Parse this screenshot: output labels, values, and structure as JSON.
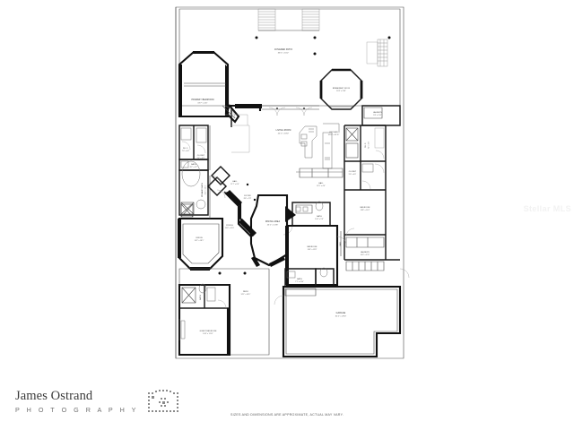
{
  "document": {
    "type": "real-estate-floor-plan",
    "background_color": "#ffffff",
    "line_color": "#111111"
  },
  "watermark": {
    "text": "Stellar MLS"
  },
  "logo": {
    "name": "James Ostrand",
    "subtitle": "P H O T O G R A P H Y",
    "mark": "camera-icon"
  },
  "footer": {
    "disclaimer": "SIZES AND DIMENSIONS ARE APPROXIMATE, ACTUAL MAY VARY."
  },
  "rooms": [
    {
      "id": "covered-patio",
      "name": "COVERED PATIO",
      "dim": "33'5\" x 16'2\""
    },
    {
      "id": "primary-bedroom",
      "name": "PRIMARY BEDROOM",
      "dim": "19'7\" x 4'0\""
    },
    {
      "id": "breakfast-nook",
      "name": "BREAKFAST NOOK",
      "dim": "13'6\" x 13'6\""
    },
    {
      "id": "laundry-top",
      "name": "LAUNDRY",
      "dim": "9'8\" x 5'11\""
    },
    {
      "id": "living-room",
      "name": "LIVING ROOM",
      "dim": "22'1\" x 18'0\""
    },
    {
      "id": "kitchen",
      "name": "KITCHEN",
      "dim": "16'10\" x 20'11\""
    },
    {
      "id": "bath-upper-l",
      "name": "BATH",
      "dim": "8'2\" x 5'2\""
    },
    {
      "id": "wic-1",
      "name": "W.I.C.",
      "dim": "7'0\" x 6'4\""
    },
    {
      "id": "closet-1",
      "name": "CLOSET",
      "dim": "5'4\" x 5'2\""
    },
    {
      "id": "primary-bath",
      "name": "PRIMARY BATH",
      "dim": "15'2\" x 10'1\""
    },
    {
      "id": "hall",
      "name": "HALL",
      "dim": "11'7\" x 6'4\""
    },
    {
      "id": "foyer",
      "name": "FOYER",
      "dim": "8'8\" x 7'8\""
    },
    {
      "id": "dining-area",
      "name": "DINING AREA",
      "dim": "23'1\" x 13'8\""
    },
    {
      "id": "porch",
      "name": "PORCH",
      "dim": "13'0\" x 11'6\""
    },
    {
      "id": "office",
      "name": "OFFICE",
      "dim": "14'2\" x 18'1\""
    },
    {
      "id": "hall-2",
      "name": "HALL",
      "dim": "11'5\" x 4'0\""
    },
    {
      "id": "bedroom-right",
      "name": "BEDROOM",
      "dim": "13'8\" x 11'4\""
    },
    {
      "id": "bath-mid",
      "name": "BATH",
      "dim": "10'4\" x 5'0\""
    },
    {
      "id": "bedroom-center",
      "name": "BEDROOM",
      "dim": "14'4\" x 12'8\""
    },
    {
      "id": "laundry-right",
      "name": "LAUNDRY",
      "dim": "14'0\" x 5'11\""
    },
    {
      "id": "bath-lower",
      "name": "BATH",
      "dim": "7'1\" x 4'10\""
    },
    {
      "id": "patio",
      "name": "PATIO",
      "dim": "31'1\" x 16'5\""
    },
    {
      "id": "guest-bedroom",
      "name": "GUEST BEDROOM",
      "dim": "14'8\" x 11'11\""
    },
    {
      "id": "garage",
      "name": "GARAGE",
      "dim": "31'2\" x 29'0\""
    },
    {
      "id": "wic-2",
      "name": "W.I.C.",
      "dim": "7'4\" x 5'0\""
    },
    {
      "id": "closet-2",
      "name": "CLOSET",
      "dim": "5'6\" x 4'0\""
    }
  ]
}
